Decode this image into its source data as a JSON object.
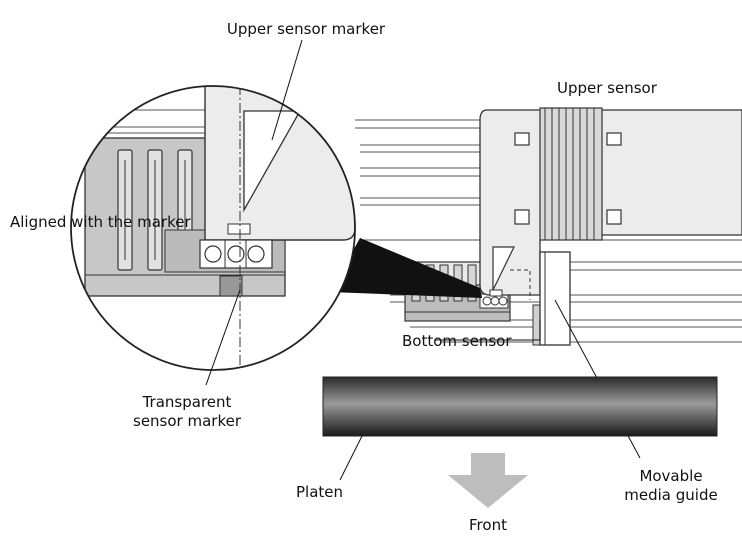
{
  "labels": {
    "upper_sensor_marker": "Upper sensor marker",
    "upper_sensor": "Upper sensor",
    "aligned_with_marker": "Aligned with the marker",
    "bottom_sensor": "Bottom sensor",
    "transparent_line1": "Transparent",
    "transparent_line2": "sensor marker",
    "platen": "Platen",
    "movable_line1": "Movable",
    "movable_line2": "media guide",
    "front": "Front"
  }
}
